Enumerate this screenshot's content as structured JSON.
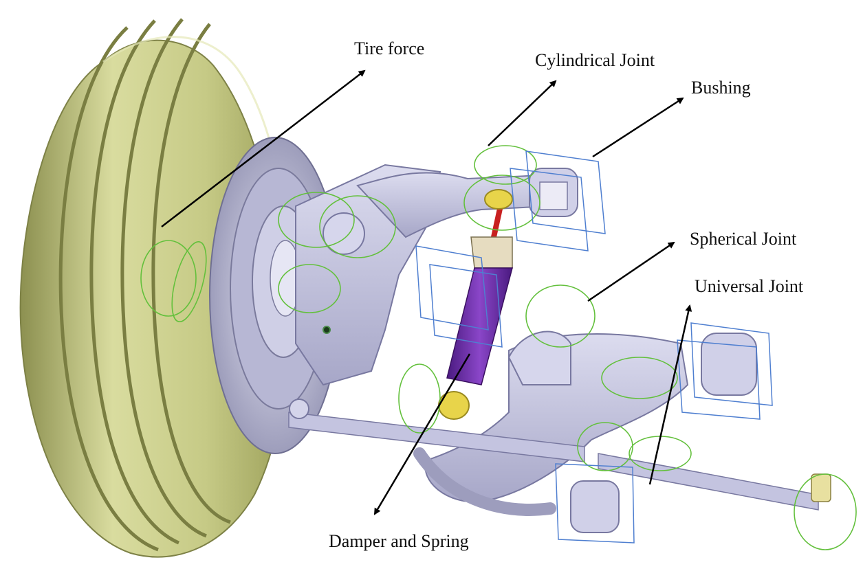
{
  "labels": {
    "tire_force": "Tire force",
    "cylindrical_joint": "Cylindrical Joint",
    "bushing": "Bushing",
    "spherical_joint": "Spherical Joint",
    "universal_joint": "Universal Joint",
    "damper_and_spring": "Damper and Spring"
  },
  "colors": {
    "tire": "#c9cd8e",
    "tire_dark": "#9ea25c",
    "metal": "#c9c9e3",
    "metal_dark": "#9d9dbd",
    "joint_ellipse": "#63c03c",
    "bushing_frame": "#4f7fd0",
    "damper": "#6b2aa6",
    "rod": "#c82020",
    "bushing_ring": "#e8d44a",
    "arrow": "#000000"
  }
}
